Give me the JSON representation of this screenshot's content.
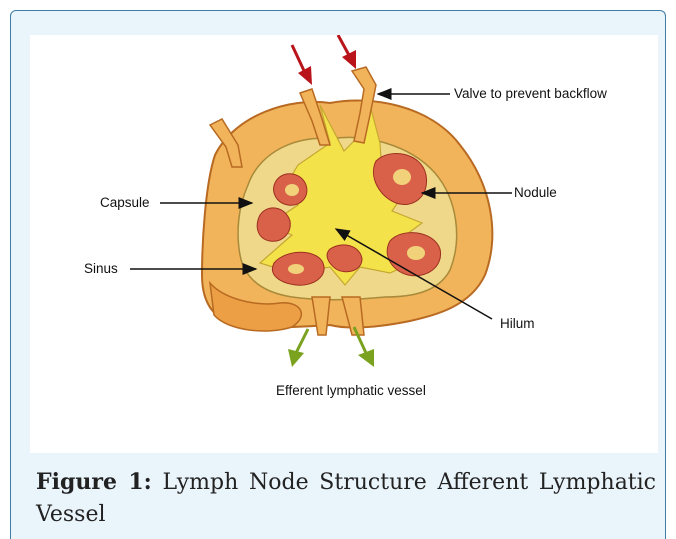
{
  "diagram": {
    "labels": {
      "valve": "Valve to prevent backflow",
      "capsule": "Capsule",
      "nodule": "Nodule",
      "sinus": "Sinus",
      "hilum": "Hilum",
      "efferent": "Efferent lymphatic vessel"
    },
    "colors": {
      "capsule_outer": "#f1b45a",
      "capsule_edge": "#b86a22",
      "cortex": "#efd889",
      "medulla": "#f4e24a",
      "nodule": "#d9614a",
      "afferent_arrow": "#b8141a",
      "efferent_arrow": "#7aa21e",
      "panel_background": "#eaf4fb"
    }
  },
  "caption": {
    "label": "Figure 1:",
    "text": "Lymph Node Structure Afferent Lymphatic Vessel"
  }
}
